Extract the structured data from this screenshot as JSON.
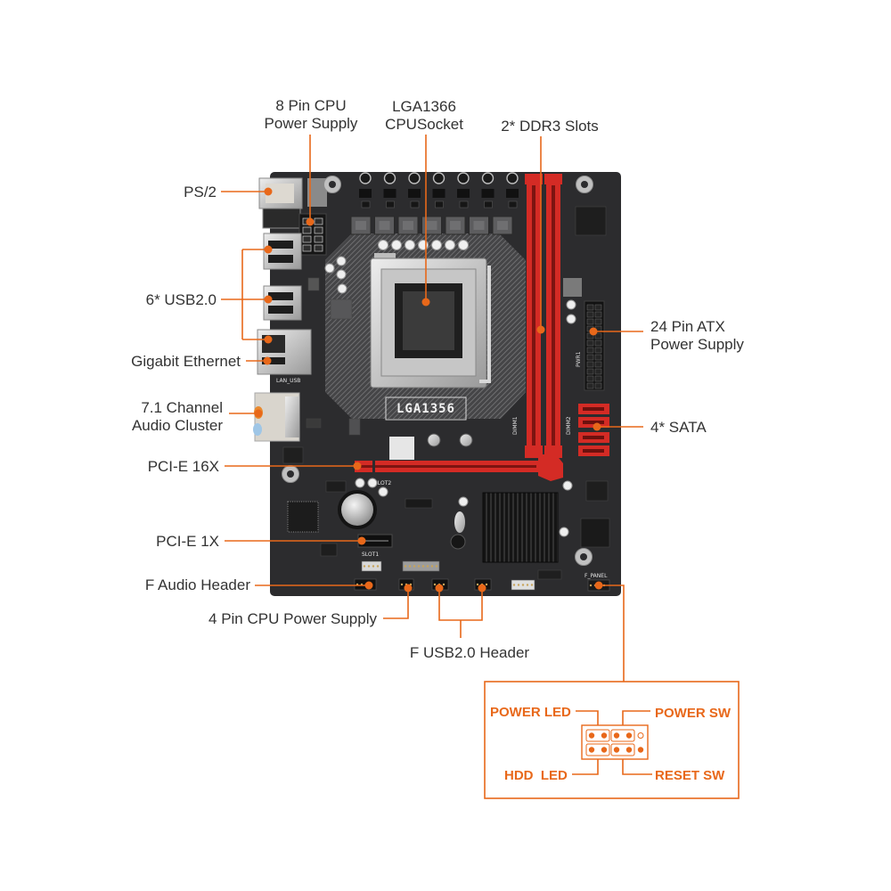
{
  "labels": {
    "cpu_power_8pin": {
      "line1": "8 Pin CPU",
      "line2": "Power Supply"
    },
    "cpu_socket": {
      "line1": "LGA1366",
      "line2": "CPUSocket"
    },
    "ddr3": {
      "line1": "2* DDR3 Slots"
    },
    "ps2": {
      "line1": "PS/2"
    },
    "usb": {
      "line1": "6* USB2.0"
    },
    "ethernet": {
      "line1": "Gigabit Ethernet"
    },
    "audio": {
      "line1": "7.1 Channel",
      "line2": "Audio Cluster"
    },
    "pcie16": {
      "line1": "PCI-E 16X"
    },
    "pcie1": {
      "line1": "PCI-E 1X"
    },
    "f_audio": {
      "line1": "F Audio Header"
    },
    "cpu_power_4pin": {
      "line1": "4 Pin CPU Power Supply"
    },
    "f_usb": {
      "line1": "F USB2.0 Header"
    },
    "atx24": {
      "line1": "24 Pin ATX",
      "line2": "Power Supply"
    },
    "sata": {
      "line1": "4* SATA"
    }
  },
  "front_panel": {
    "power_led": "POWER LED",
    "power_sw": "POWER SW",
    "hdd_led": "HDD  LED",
    "reset_sw": "RESET SW"
  },
  "board_print": {
    "socket": "LGA1356",
    "dimm1": "DIMM1",
    "dimm2": "DIMM2",
    "pwr": "PWR1",
    "lan_usb": "LAN_USB",
    "slot1": "SLOT1",
    "slot2": "SLOT2",
    "f_panel": "F_PANEL"
  },
  "colors": {
    "accent": "#e8681a",
    "board": "#2c2c2e",
    "slot_red": "#d42b25",
    "label_text": "#333333",
    "silk": "#e4e4e4"
  }
}
